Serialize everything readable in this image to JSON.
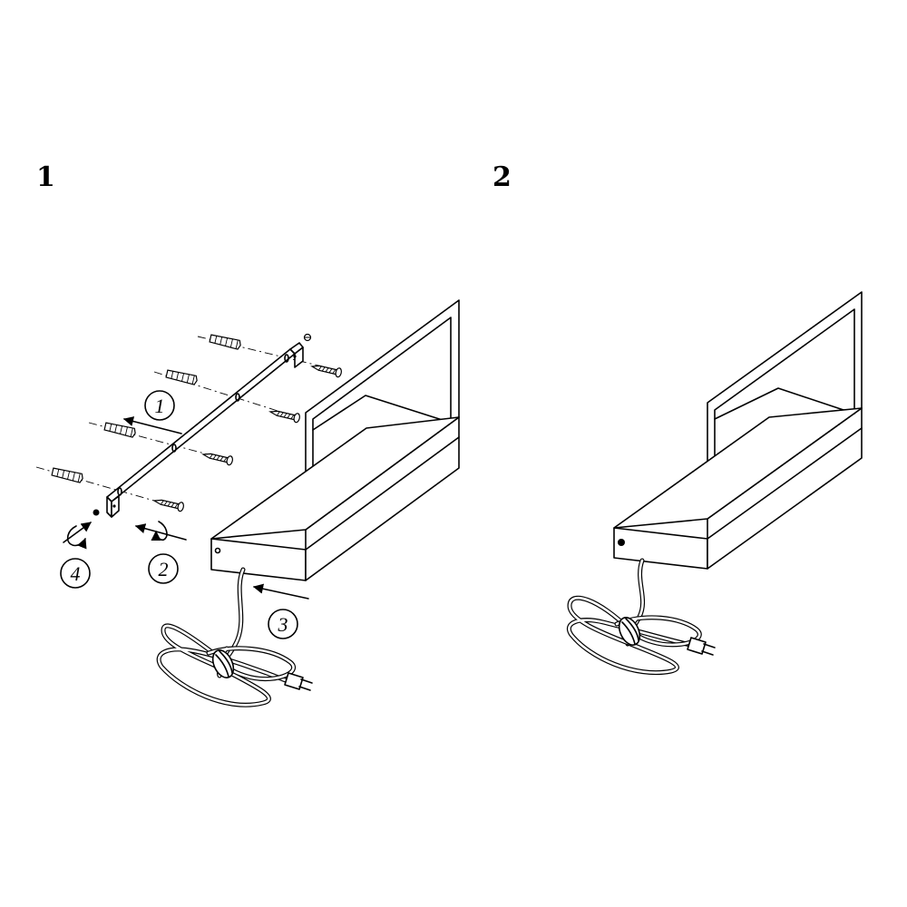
{
  "steps": [
    {
      "number": "1"
    },
    {
      "number": "2"
    }
  ],
  "callouts": [
    "1",
    "2",
    "3",
    "4"
  ],
  "icons": [
    "wall-anchor-icon",
    "wood-screw-icon",
    "mounting-bracket-icon",
    "led-shelf-light-icon",
    "power-cord-icon",
    "plug-icon",
    "arrow-icon",
    "rotate-icon"
  ]
}
